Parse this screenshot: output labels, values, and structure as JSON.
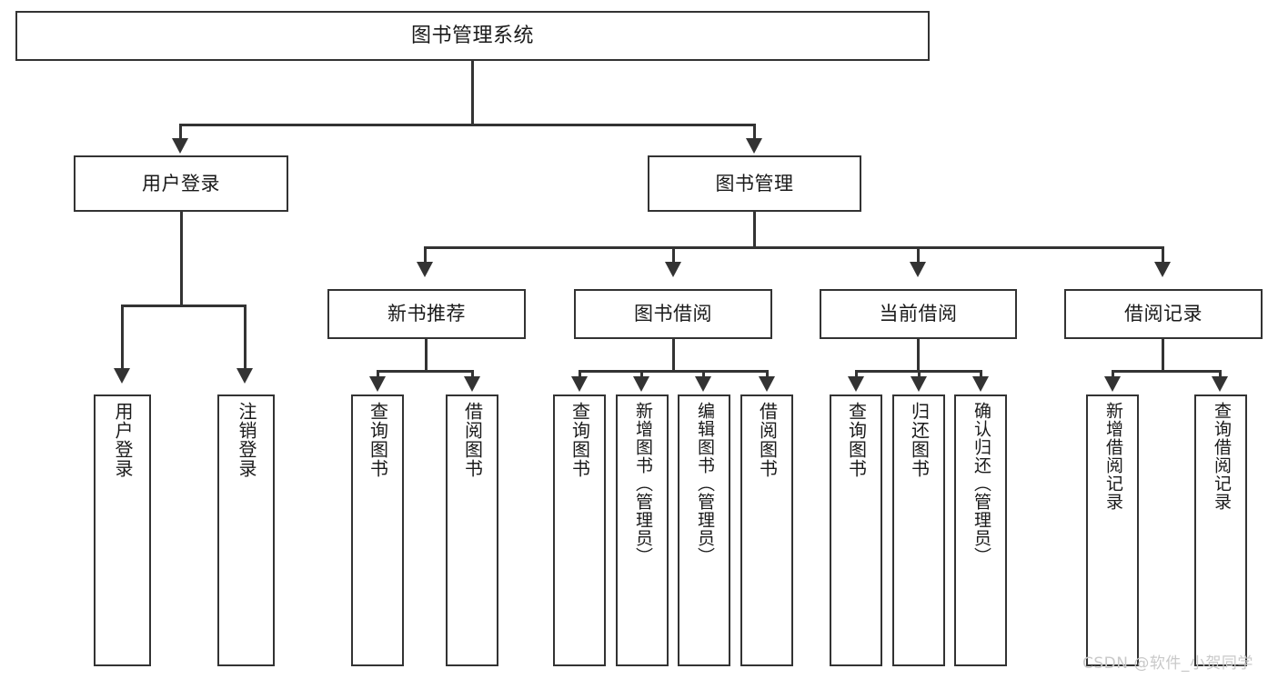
{
  "diagram": {
    "title": "图书管理系统",
    "type": "功能结构图",
    "root": {
      "id": "root",
      "label": "图书管理系统"
    },
    "level2": [
      {
        "id": "user-login",
        "label": "用户登录"
      },
      {
        "id": "book-manage",
        "label": "图书管理"
      }
    ],
    "level3": [
      {
        "id": "new-book-recommend",
        "label": "新书推荐",
        "parent": "book-manage"
      },
      {
        "id": "book-borrow",
        "label": "图书借阅",
        "parent": "book-manage"
      },
      {
        "id": "current-borrow",
        "label": "当前借阅",
        "parent": "book-manage"
      },
      {
        "id": "borrow-record",
        "label": "借阅记录",
        "parent": "book-manage"
      }
    ],
    "leaves": {
      "user_login": [
        {
          "id": "leaf-user-login",
          "label": "用户登录"
        },
        {
          "id": "leaf-user-logout",
          "label": "注销登录"
        }
      ],
      "new_book_recommend": [
        {
          "id": "leaf-query-book-1",
          "label": "查询图书"
        },
        {
          "id": "leaf-borrow-book-1",
          "label": "借阅图书"
        }
      ],
      "book_borrow": [
        {
          "id": "leaf-query-book-2",
          "label": "查询图书"
        },
        {
          "id": "leaf-add-book",
          "label": "新增图书（管理员）"
        },
        {
          "id": "leaf-edit-book",
          "label": "编辑图书（管理员）"
        },
        {
          "id": "leaf-borrow-book-2",
          "label": "借阅图书"
        }
      ],
      "current_borrow": [
        {
          "id": "leaf-query-book-3",
          "label": "查询图书"
        },
        {
          "id": "leaf-return-book",
          "label": "归还图书"
        },
        {
          "id": "leaf-confirm-return",
          "label": "确认归还（管理员）"
        }
      ],
      "borrow_record": [
        {
          "id": "leaf-add-record",
          "label": "新增借阅记录"
        },
        {
          "id": "leaf-query-record",
          "label": "查询借阅记录"
        }
      ]
    },
    "colors": {
      "stroke": "#333333",
      "fill": "#ffffff",
      "text": "#1a1a1a",
      "watermark": "#c9c9c9"
    }
  },
  "watermark": {
    "text": "CSDN @软件_小贺同学"
  }
}
